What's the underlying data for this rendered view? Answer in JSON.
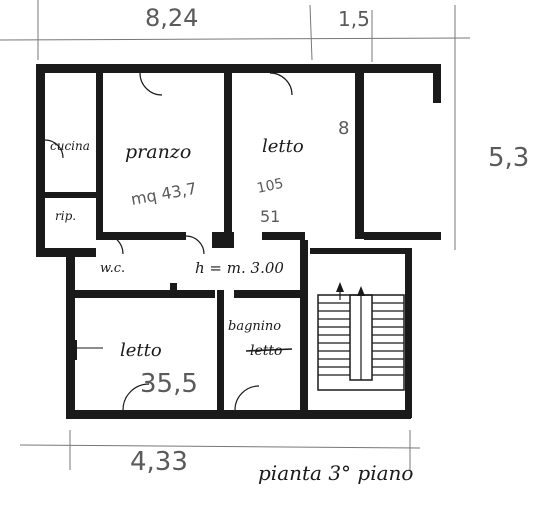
{
  "dimensions": {
    "top_left": "8,24",
    "top_right": "1,5",
    "right_side": "5,3",
    "bottom": "4,33"
  },
  "rooms": {
    "kitchen": "cucina",
    "dining": "pranzo",
    "bedroom_top": "letto",
    "closet": "rip.",
    "wc": "w.c.",
    "bedroom_bottom": "letto",
    "bathroom": "bagnino",
    "bathroom_struck": "letto"
  },
  "ceiling_height": "h = m. 3.00",
  "pencil_notes": {
    "area_main": "mq 43,7",
    "area_right": "105",
    "area_right_2": "51",
    "area_bottom": "35,5",
    "side_mark": "8"
  },
  "caption": "pianta 3° piano"
}
